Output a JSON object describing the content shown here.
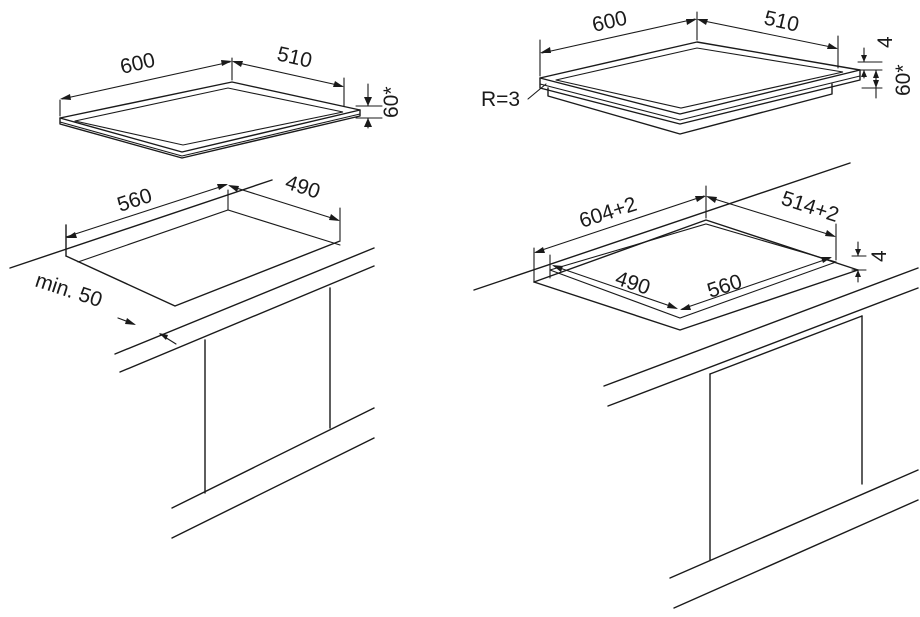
{
  "left": {
    "hob_width": "600",
    "hob_depth": "510",
    "hob_height": "60*",
    "cutout_width": "560",
    "cutout_depth": "490",
    "front_distance": "min. 50"
  },
  "right": {
    "hob_width": "600",
    "hob_depth": "510",
    "hob_height": "60*",
    "frame_thickness": "4",
    "corner_radius": "R=3",
    "recess_width": "604+2",
    "recess_depth": "514+2",
    "recess_height": "4",
    "cutout_depth": "490",
    "cutout_width": "560"
  }
}
